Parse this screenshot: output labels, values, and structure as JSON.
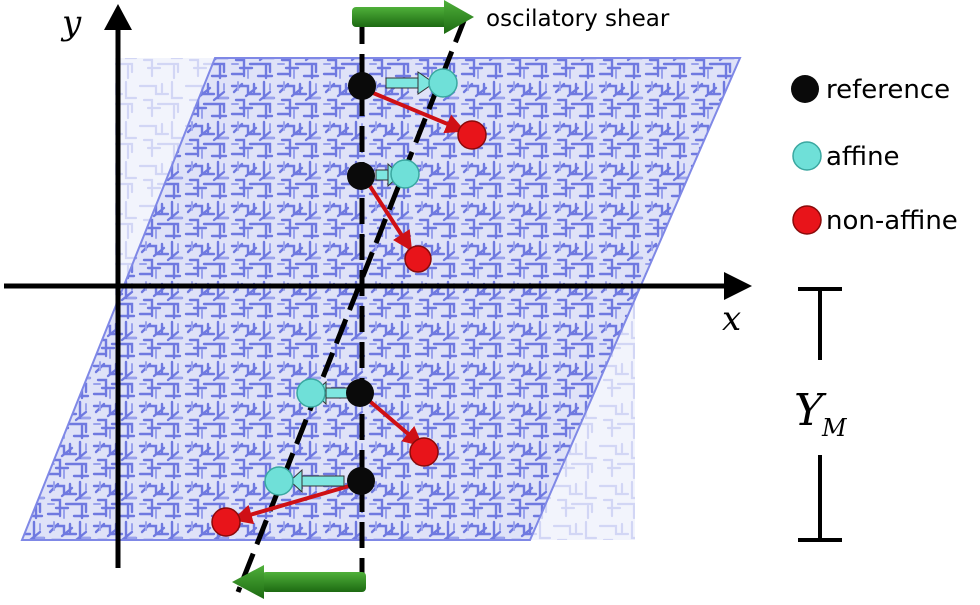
{
  "axes": {
    "x_label": "x",
    "y_label": "y"
  },
  "shear_label": "oscilatory shear",
  "legend": [
    {
      "key": "reference",
      "label": "reference",
      "color": "#0a0a0a"
    },
    {
      "key": "affine",
      "label": "affine",
      "color": "#6fe0d8"
    },
    {
      "key": "non_affine",
      "label": "non-affine",
      "color": "#e8141a"
    }
  ],
  "scale_bar": {
    "label_main": "Y",
    "label_sub": "M"
  },
  "colors": {
    "network": "#7f88e6",
    "network_fill": "#cfd3f6",
    "arrow_green": "#2e8b1e",
    "displacement_arrow": "#cf1015",
    "affine_arrow": "#7ee6e0"
  }
}
